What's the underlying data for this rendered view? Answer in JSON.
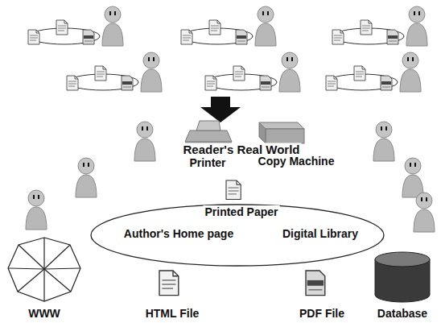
{
  "diagram": {
    "labels": [
      "Reader's Real World",
      "Printer",
      "Copy Machine",
      "Printed Paper",
      "Author's Home page",
      "Digital Library",
      "WWW",
      "HTML File",
      "PDF File",
      "Database"
    ]
  }
}
